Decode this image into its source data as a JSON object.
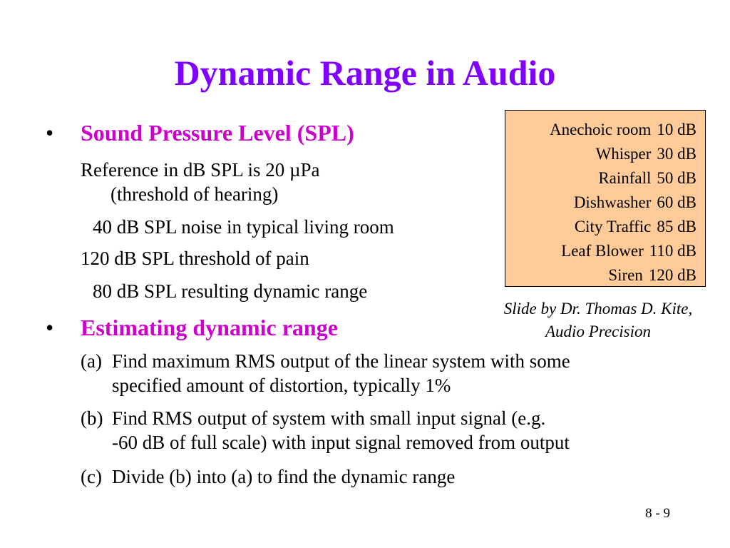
{
  "colors": {
    "title": "#7F00FF",
    "heading": "#CC00CC",
    "table_background": "#FFCC99"
  },
  "slide": {
    "title": "Dynamic Range in Audio",
    "bullet_glyph": "•",
    "section1": {
      "heading": "Sound Pressure Level (SPL)",
      "lines": [
        "Reference in dB SPL is 20 µPa",
        "(threshold of hearing)",
        "40 dB SPL noise in typical living room",
        "120 dB SPL threshold of pain",
        "80 dB SPL resulting dynamic range"
      ]
    },
    "section2": {
      "heading": "Estimating dynamic range",
      "items": [
        {
          "label": "(a)",
          "lines": [
            "Find maximum RMS output of the linear system with some",
            "specified amount of distortion, typically 1%"
          ]
        },
        {
          "label": "(b)",
          "lines": [
            "Find RMS output of system with small input signal (e.g.",
            "-60 dB of full scale) with input signal removed from output"
          ]
        },
        {
          "label": "(c)",
          "lines": [
            "Divide (b) into (a) to find the dynamic range"
          ]
        }
      ]
    },
    "db_table": [
      {
        "name": "Anechoic room",
        "level": "10 dB"
      },
      {
        "name": "Whisper",
        "level": "30 dB"
      },
      {
        "name": "Rainfall",
        "level": "50 dB"
      },
      {
        "name": "Dishwasher",
        "level": "60 dB"
      },
      {
        "name": "City Traffic",
        "level": "85 dB"
      },
      {
        "name": "Leaf Blower",
        "level": "110 dB"
      },
      {
        "name": "Siren",
        "level": "120 dB"
      }
    ],
    "credit": "Slide by Dr. Thomas D. Kite, Audio Precision",
    "slide_number": "8 - 9"
  }
}
